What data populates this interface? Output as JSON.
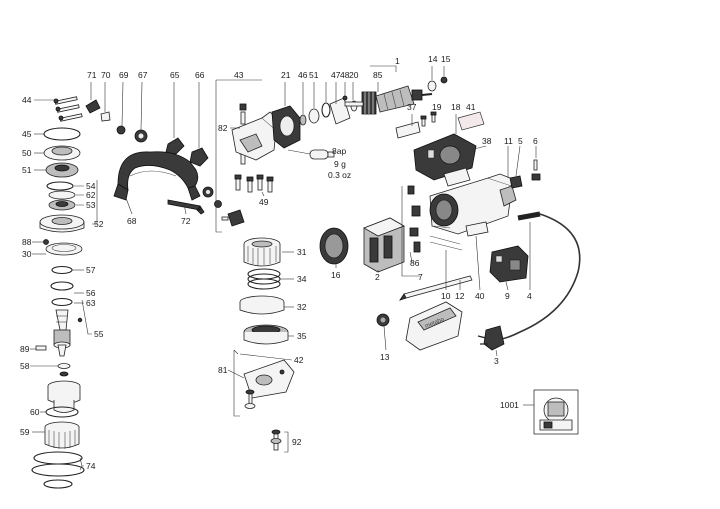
{
  "callouts": {
    "c1": "1",
    "c2": "2",
    "c3": "3",
    "c4": "4",
    "c5": "5",
    "c6": "6",
    "c7": "7",
    "c9": "9",
    "c10": "10",
    "c11": "11",
    "c12": "12",
    "c13": "13",
    "c14": "14",
    "c15": "15",
    "c16": "16",
    "c18": "18",
    "c19": "19",
    "c20": "20",
    "c21": "21",
    "c30": "30",
    "c31": "31",
    "c32": "32",
    "c34": "34",
    "c35": "35",
    "c37": "37",
    "c38": "38",
    "c40": "40",
    "c41": "41",
    "c42": "42",
    "c43": "43",
    "c44": "44",
    "c45": "45",
    "c46": "46",
    "c47": "47",
    "c48": "48",
    "c49": "49",
    "c50": "50",
    "c51": "51",
    "c51b": "51",
    "c52": "52",
    "c53": "53",
    "c54": "54",
    "c55": "55",
    "c56": "56",
    "c57": "57",
    "c58": "58",
    "c59": "59",
    "c60": "60",
    "c62": "62",
    "c63": "63",
    "c65": "65",
    "c66": "66",
    "c67": "67",
    "c68": "68",
    "c69": "69",
    "c70": "70",
    "c71": "71",
    "c72": "72",
    "c74": "74",
    "c81": "81",
    "c82": "82",
    "c85": "85",
    "c86": "86",
    "c88": "88",
    "c89": "89",
    "c92": "92",
    "c1001": "1001"
  },
  "annotations": {
    "grease_top": "8ap",
    "grease_g": "9 g",
    "grease_oz": "0.3 oz"
  },
  "branding": {
    "guard_logo": "metabo"
  }
}
